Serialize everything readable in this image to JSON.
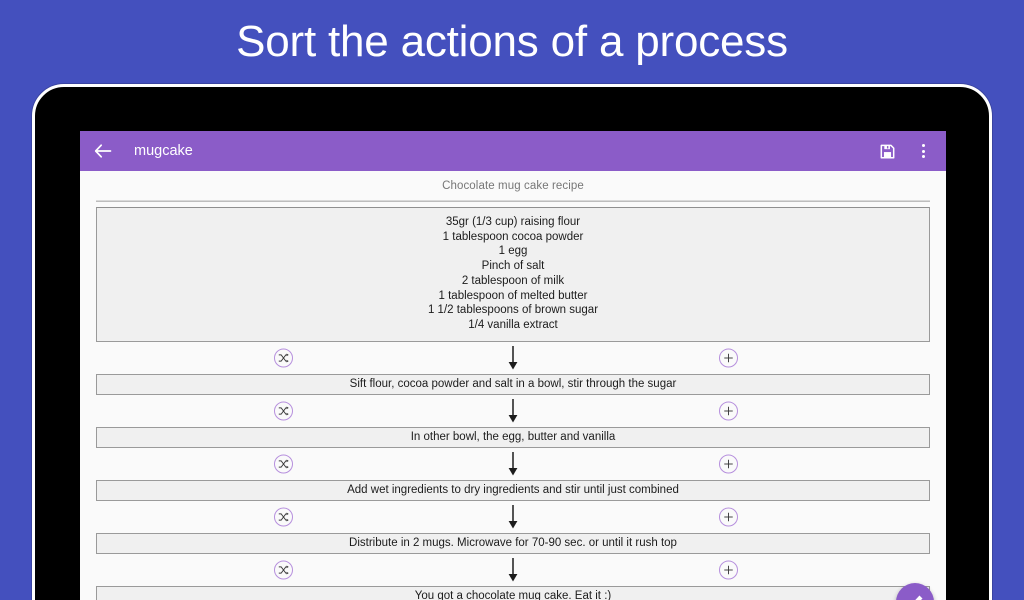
{
  "promo": {
    "headline": "Sort the actions of a process",
    "background_color": "#4450BE"
  },
  "theme": {
    "accent_purple": "#8B5CC8",
    "circle_outline": "#b68fdd",
    "card_bg": "#f0f0f0",
    "card_border": "#9a9a9a",
    "screen_bg": "#fafafa"
  },
  "appbar": {
    "back_icon": "arrow-left-icon",
    "title": "mugcake",
    "save_icon": "floppy-disk-save-icon",
    "overflow_icon": "more-vertical-icon"
  },
  "content": {
    "recipe_title": "Chocolate mug cake recipe",
    "ingredients": [
      "35gr (1/3 cup) raising flour",
      "1 tablespoon cocoa powder",
      "1 egg",
      "Pinch of salt",
      "2 tablespoon of milk",
      "1 tablespoon of melted butter",
      "1 1/2 tablespoons of brown sugar",
      "1/4 vanilla extract"
    ],
    "connector": {
      "shuffle_icon": "shuffle-icon",
      "arrow_icon": "arrow-down-icon",
      "add_icon": "plus-icon"
    },
    "steps": [
      "Sift flour, cocoa powder and salt in a bowl, stir through the sugar",
      "In other bowl, the egg, butter and vanilla",
      "Add wet ingredients to dry ingredients and stir until just combined",
      "Distribute in 2 mugs. Microwave for 70-90 sec. or until it rush top",
      "You got a chocolate mug cake. Eat it :)"
    ]
  },
  "fab": {
    "icon": "pencil-edit-icon"
  }
}
